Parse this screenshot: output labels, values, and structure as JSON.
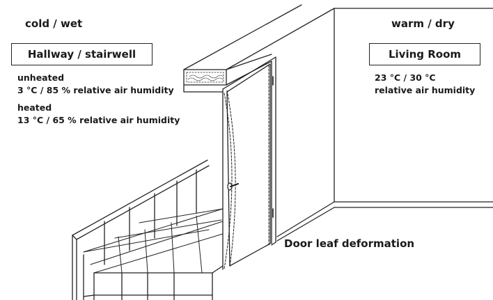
{
  "zones": {
    "left_climate": "cold / wet",
    "right_climate": "warm / dry"
  },
  "rooms": {
    "hallway": "Hallway / stairwell",
    "living": "Living Room"
  },
  "hallway_conditions": {
    "unheated_title": "unheated",
    "unheated_values": "3 °C / 85 % relative air humidity",
    "heated_title": "heated",
    "heated_values": "13 °C / 65 % relative air humidity"
  },
  "living_conditions": {
    "line1": "23 °C / 30 °C",
    "line2": "relative air humidity"
  },
  "annotation": {
    "deformation": "Door leaf deformation"
  }
}
